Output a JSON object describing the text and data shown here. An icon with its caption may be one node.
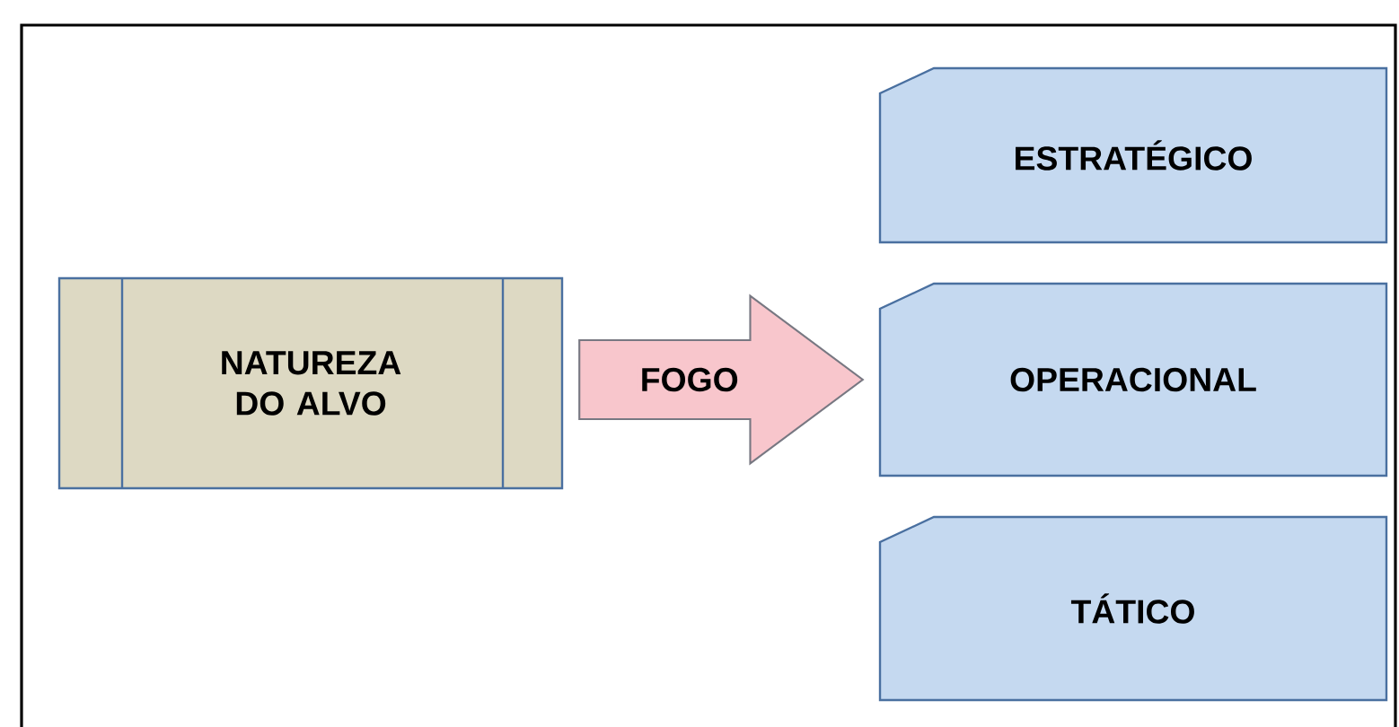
{
  "diagram": {
    "nodes": [
      {
        "text": [
          "NATUREZA DO ALVO"
        ]
      },
      {
        "text": [
          "ESTRATÉGICO"
        ]
      },
      {
        "text": [
          "OPERACIONAL"
        ]
      },
      {
        "text": [
          "TÁTICO"
        ]
      }
    ],
    "edges": [
      {
        "from": 0,
        "to": 2,
        "arrow": "to",
        "label": "FOGO",
        "style": "thick"
      }
    ]
  }
}
